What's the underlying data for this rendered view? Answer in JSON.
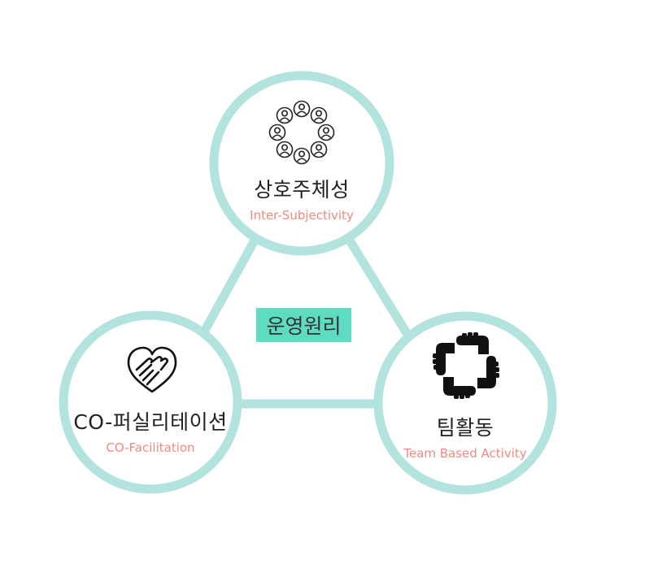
{
  "colors": {
    "ring": "#b2e3df",
    "center_fill": "#5edcc2",
    "subtitle": "#ef8a80",
    "title": "#222222"
  },
  "center": {
    "label": "운영원리"
  },
  "nodes": [
    {
      "id": "top",
      "title": "상호주체성",
      "subtitle": "Inter-Subjectivity",
      "icon": "people-circle-icon"
    },
    {
      "id": "left",
      "title": "CO-퍼실리테이션",
      "subtitle": "CO-Facilitation",
      "icon": "heart-hands-icon"
    },
    {
      "id": "right",
      "title": "팀활동",
      "subtitle": "Team Based Activity",
      "icon": "team-hands-icon"
    }
  ]
}
